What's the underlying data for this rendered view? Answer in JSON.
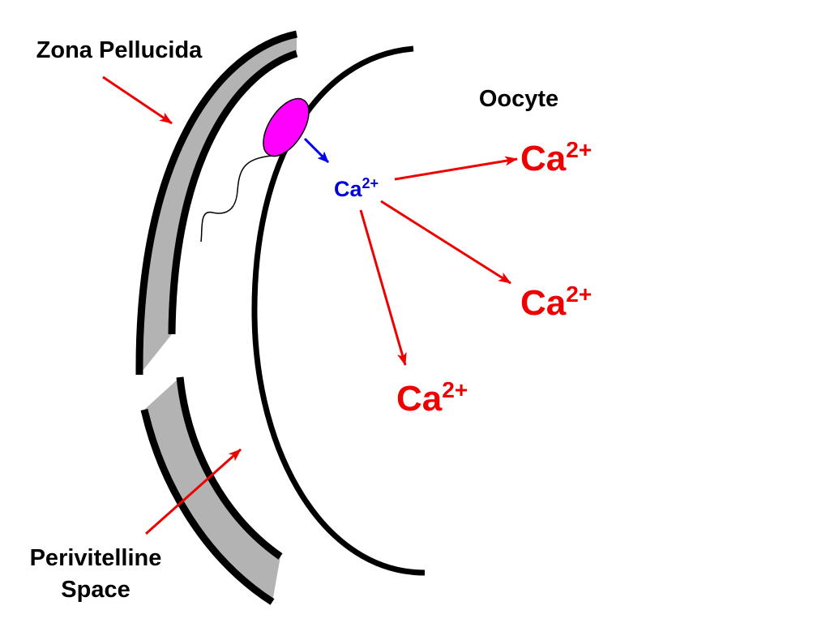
{
  "labels": {
    "zona_pellucida": "Zona Pellucida",
    "oocyte": "Oocyte",
    "perivitelline_line1": "Perivitelline",
    "perivitelline_line2": "Space"
  },
  "ion": {
    "base": "Ca",
    "charge": "2+"
  },
  "colors": {
    "zona_fill": "#b3b3b3",
    "outline": "#000000",
    "sperm_head": "#ff00ff",
    "release_arrow": "#0000ee",
    "wave_arrow": "#ee0000",
    "small_ion_text": "#0000dd",
    "large_ion_text": "#ee0000",
    "label_text": "#000000"
  }
}
